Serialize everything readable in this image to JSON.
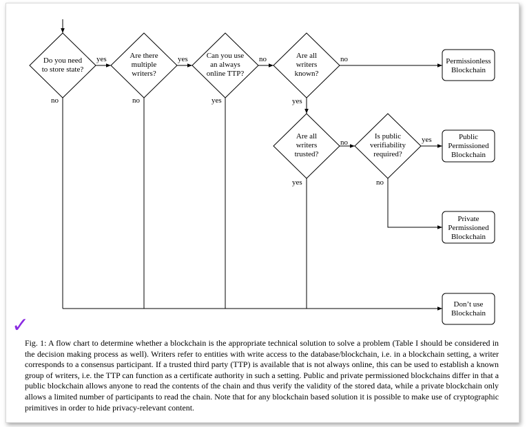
{
  "nodes": {
    "q_store": [
      "Do you need",
      "to store state?"
    ],
    "q_multiple": [
      "Are there",
      "multiple",
      "writers?"
    ],
    "q_ttp": [
      "Can you use",
      "an always",
      "online TTP?"
    ],
    "q_known": [
      "Are all",
      "writers",
      "known?"
    ],
    "q_trusted": [
      "Are all",
      "writers",
      "trusted?"
    ],
    "q_public": [
      "Is public",
      "verifiability",
      "required?"
    ],
    "r_permissionless": [
      "Permissionless",
      "Blockchain"
    ],
    "r_public": [
      "Public",
      "Permissioned",
      "Blockchain"
    ],
    "r_private": [
      "Private",
      "Permissioned",
      "Blockchain"
    ],
    "r_dont": [
      "Don’t use",
      "Blockchain"
    ]
  },
  "edge_labels": {
    "store_yes": "yes",
    "multiple_yes": "yes",
    "ttp_no": "no",
    "known_no": "no",
    "known_yes": "yes",
    "trusted_no": "no",
    "public_yes": "yes",
    "public_no": "no",
    "store_no": "no",
    "multiple_no": "no",
    "ttp_yes": "yes",
    "trusted_yes": "yes"
  },
  "caption": "Fig. 1: A flow chart to determine whether a blockchain is the appropriate technical solution to solve a problem (Table I should be considered in the decision making process as well). Writers refer to entities with write access to the database/blockchain, i.e. in a blockchain setting, a writer corresponds to a consensus participant. If a trusted third party (TTP) is available that is not always online, this can be used to establish a known group of writers, i.e. the TTP can function as a certificate authority in such a setting. Public and private permissioned blockchains differ in that a public blockchain allows anyone to read the contents of the chain and thus verify the validity of the stored data, while a private blockchain only allows a limited number of participants to read the chain. Note that for any blockchain based solution it is possible to make use of cryptographic primitives in order to hide privacy-relevant content.",
  "checkmark": "✓",
  "colors": {
    "checkmark": "#8a2be2",
    "lines": "#000000"
  }
}
